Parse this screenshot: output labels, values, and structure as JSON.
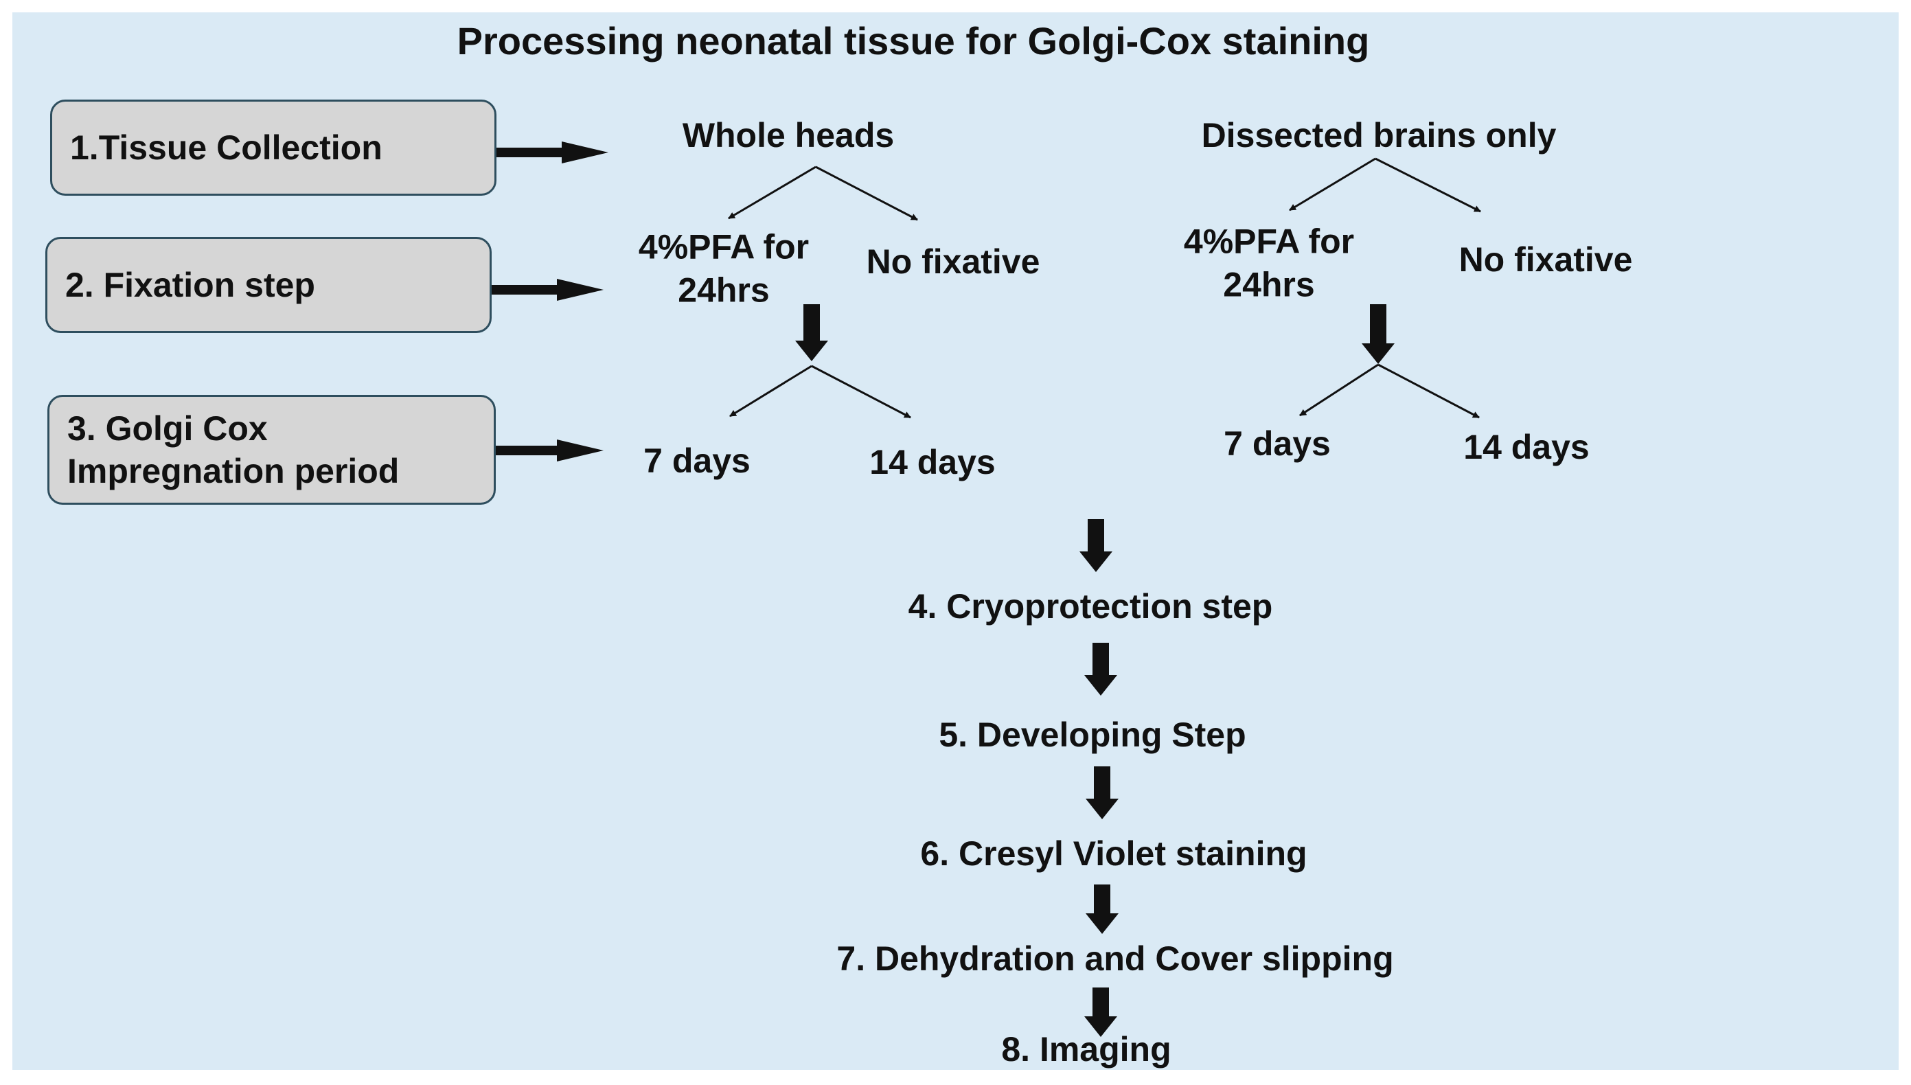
{
  "title": "Processing neonatal tissue for Golgi-Cox staining",
  "steps": [
    {
      "label": "1.Tissue Collection"
    },
    {
      "label": "2. Fixation step"
    },
    {
      "label_line1": "3. Golgi Cox",
      "label_line2": "Impregnation period"
    }
  ],
  "whole_heads": {
    "title": "Whole heads",
    "pfa_line1": "4%PFA  for",
    "pfa_line2": "24hrs",
    "no_fix": "No fixative",
    "days7": "7 days",
    "days14": "14 days"
  },
  "dissected": {
    "title": "Dissected brains only",
    "pfa_line1": "4%PFA  for",
    "pfa_line2": "24hrs",
    "no_fix": "No fixative",
    "days7": "7 days",
    "days14": "14 days"
  },
  "pipeline": [
    "4. Cryoprotection step",
    "5. Developing Step",
    "6. Cresyl Violet staining",
    "7. Dehydration and Cover slipping",
    "8. Imaging"
  ]
}
